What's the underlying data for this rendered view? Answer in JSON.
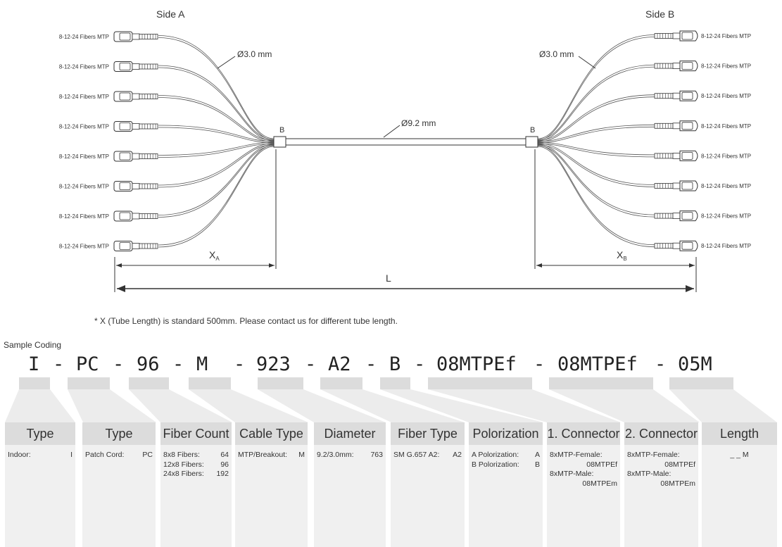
{
  "diagram": {
    "side_a_label": "Side A",
    "side_b_label": "Side B",
    "connector_label": "8-12-24 Fibers MTP",
    "leg_diameter": "Ø3.0 mm",
    "trunk_diameter": "Ø9.2 mm",
    "breakout_label": "B",
    "xa_label": "X",
    "xa_sub": "A",
    "xb_label": "X",
    "xb_sub": "B",
    "length_label": "L",
    "connectors_per_side": 8
  },
  "note": "* X (Tube Length) is standard 500mm. Please contact us for different tube length.",
  "sample_title": "Sample Coding",
  "code_tokens": [
    "I",
    "-",
    "PC",
    "-",
    "96",
    "-",
    "M",
    "-",
    "923",
    "-",
    "A2",
    "-",
    "B",
    "-",
    "08MTPEf",
    "-",
    "08MTPEf",
    "-",
    "05M"
  ],
  "columns": [
    {
      "title": "Type",
      "rows": [
        {
          "label": "Indoor:",
          "value": "I"
        }
      ]
    },
    {
      "title": "Type",
      "rows": [
        {
          "label": "Patch Cord:",
          "value": "PC"
        }
      ]
    },
    {
      "title": "Fiber Count",
      "rows": [
        {
          "label": "8x8 Fibers:",
          "value": "64"
        },
        {
          "label": "12x8 Fibers:",
          "value": "96"
        },
        {
          "label": "24x8 Fibers:",
          "value": "192"
        }
      ]
    },
    {
      "title": "Cable Type",
      "rows": [
        {
          "label": "MTP/Breakout:",
          "value": "M"
        }
      ]
    },
    {
      "title": "Diameter",
      "rows": [
        {
          "label": "9.2/3.0mm:",
          "value": "763"
        }
      ]
    },
    {
      "title": "Fiber Type",
      "rows": [
        {
          "label": "SM G.657 A2:",
          "value": "A2"
        }
      ]
    },
    {
      "title": "Polorization",
      "rows": [
        {
          "label": "A Polorization:",
          "value": "A"
        },
        {
          "label": "B Polorization:",
          "value": "B"
        }
      ]
    },
    {
      "title": "1. Connector",
      "lines": [
        "8xMTP-Female:",
        "08MTPEf",
        "8xMTP-Male:",
        "08MTPEm"
      ]
    },
    {
      "title": "2. Connector",
      "lines": [
        "8xMTP-Female:",
        "08MTPEf",
        "8xMTP-Male:",
        "08MTPEm"
      ]
    },
    {
      "title": "Length",
      "center": "_ _ M"
    }
  ]
}
